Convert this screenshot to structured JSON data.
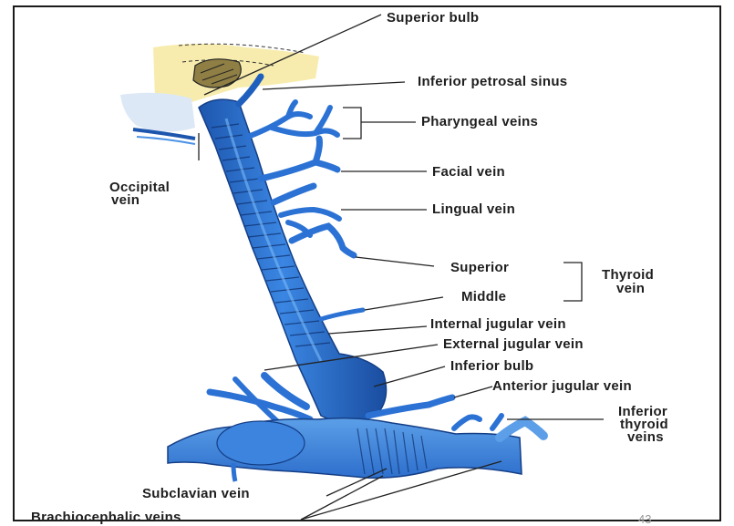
{
  "diagram": {
    "colors": {
      "vein_fill": "#2f78d8",
      "vein_dark": "#143e86",
      "vein_light": "#5fa6f0",
      "skull_base": "#f7ecae",
      "leader_line": "#222222",
      "text": "#1e1e1e"
    },
    "labels": {
      "superior_bulb": "Superior bulb",
      "inferior_petrosal_sinus": "Inferior petrosal sinus",
      "pharyngeal_veins": "Pharyngeal veins",
      "occipital_vein_line1": "Occipital",
      "occipital_vein_line2": "vein",
      "facial_vein": "Facial vein",
      "lingual_vein": "Lingual vein",
      "superior": "Superior",
      "middle": "Middle",
      "thyroid_vein_line1": "Thyroid",
      "thyroid_vein_line2": "vein",
      "internal_jugular_vein": "Internal jugular vein",
      "external_jugular_vein": "External jugular vein",
      "inferior_bulb": "Inferior bulb",
      "anterior_jugular_vein": "Anterior jugular vein",
      "inferior_thyroid_veins_line1": "Inferior",
      "inferior_thyroid_veins_line2": "thyroid",
      "inferior_thyroid_veins_line3": "veins",
      "subclavian_vein": "Subclavian vein",
      "brachiocephalic_veins": "Brachiocephalic veins"
    },
    "page_number": "43"
  }
}
